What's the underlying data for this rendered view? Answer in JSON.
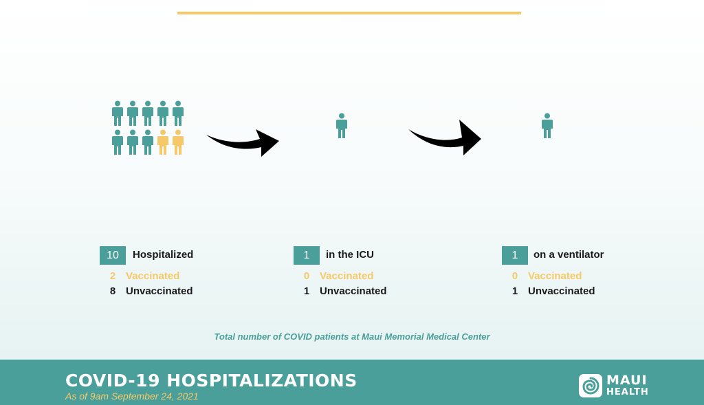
{
  "colors": {
    "teal": "#4a9f9a",
    "gold": "#f5c96a",
    "dark": "#1a1a1a",
    "white": "#ffffff"
  },
  "icons": {
    "person": "person-icon",
    "arrow": "curved-arrow-icon",
    "logo": "maui-health-logo-icon"
  },
  "stats": [
    {
      "count": "10",
      "label": "Hospitalized",
      "vaccinated_count": "2",
      "vaccinated_label": "Vaccinated",
      "unvaccinated_count": "8",
      "unvaccinated_label": "Unvaccinated"
    },
    {
      "count": "1",
      "label": "in the ICU",
      "vaccinated_count": "0",
      "vaccinated_label": "Vaccinated",
      "unvaccinated_count": "1",
      "unvaccinated_label": "Unvaccinated"
    },
    {
      "count": "1",
      "label": "on a ventilator",
      "vaccinated_count": "0",
      "vaccinated_label": "Vaccinated",
      "unvaccinated_count": "1",
      "unvaccinated_label": "Unvaccinated"
    }
  ],
  "caption": "Total number of COVID patients at Maui Memorial Medical Center",
  "footer": {
    "title": "COVID-19 HOSPITALIZATIONS",
    "subtitle": "As of 9am September 24, 2021",
    "logo_line1": "MAUI",
    "logo_line2": "HEALTH"
  }
}
